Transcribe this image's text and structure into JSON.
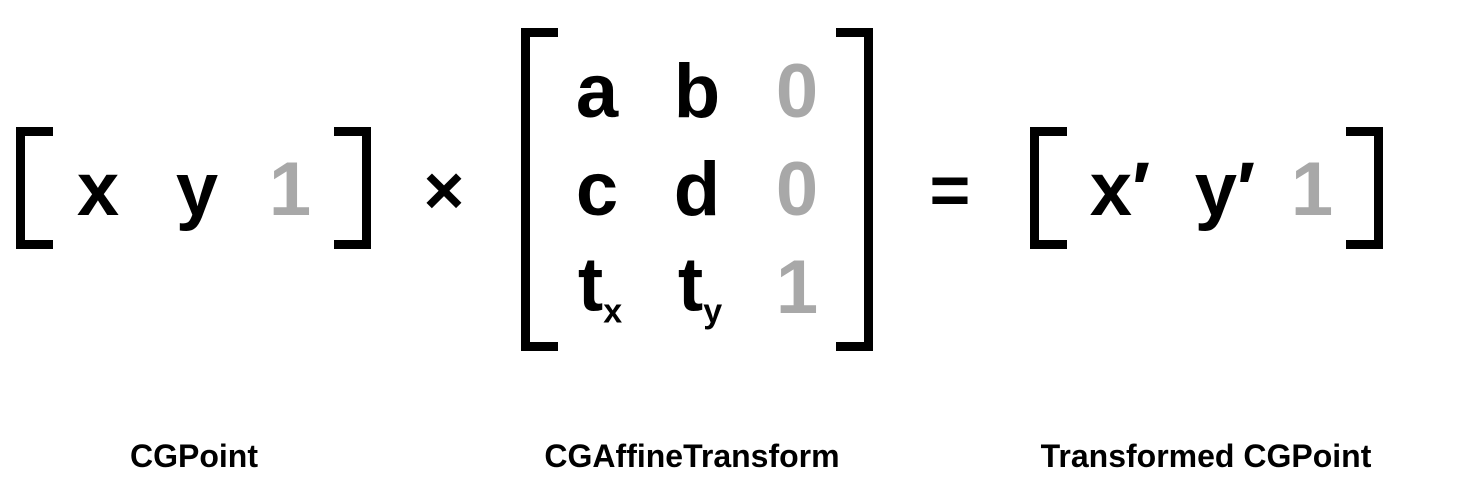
{
  "point": {
    "x": "x",
    "y": "y",
    "w": "1",
    "caption": "CGPoint"
  },
  "operators": {
    "multiply": "×",
    "equals": "="
  },
  "matrix": {
    "rows": [
      {
        "c1": "a",
        "c2": "b",
        "c3": "0"
      },
      {
        "c1": "c",
        "c2": "d",
        "c3": "0"
      },
      {
        "c1": "t",
        "c1_sub": "x",
        "c2": "t",
        "c2_sub": "y",
        "c3": "1"
      }
    ],
    "caption": "CGAffineTransform"
  },
  "result": {
    "x": "x′",
    "y": "y′",
    "w": "1",
    "caption": "Transformed CGPoint"
  },
  "colors": {
    "ink": "#000000",
    "muted": "#a8a8a8",
    "background": "#ffffff"
  }
}
